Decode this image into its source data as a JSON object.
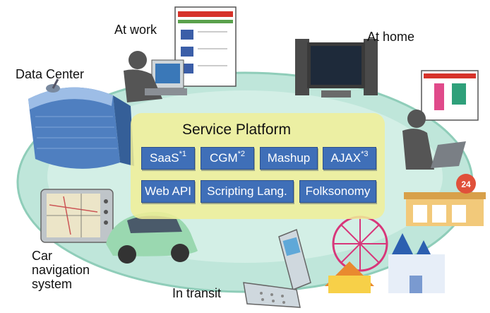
{
  "labels": {
    "at_work": "At work",
    "at_home": "At home",
    "data_center": "Data Center",
    "car_nav_line1": "Car",
    "car_nav_line2": "navigation",
    "car_nav_line3": "system",
    "in_transit": "In transit"
  },
  "platform": {
    "title": "Service Platform",
    "services": [
      {
        "label": "SaaS",
        "note": "*1"
      },
      {
        "label": "CGM",
        "note": "*2"
      },
      {
        "label": "Mashup",
        "note": ""
      },
      {
        "label": "AJAX",
        "note": "*3"
      },
      {
        "label": "Web API",
        "note": ""
      },
      {
        "label": "Scripting Lang.",
        "note": ""
      },
      {
        "label": "Folksonomy",
        "note": ""
      }
    ]
  },
  "store_sign": "24",
  "colors": {
    "ellipse": "#a9dccd",
    "ellipse_edge": "#7cc4b0",
    "platform": "#f0ee96",
    "service_box": "#3f6fb8"
  }
}
